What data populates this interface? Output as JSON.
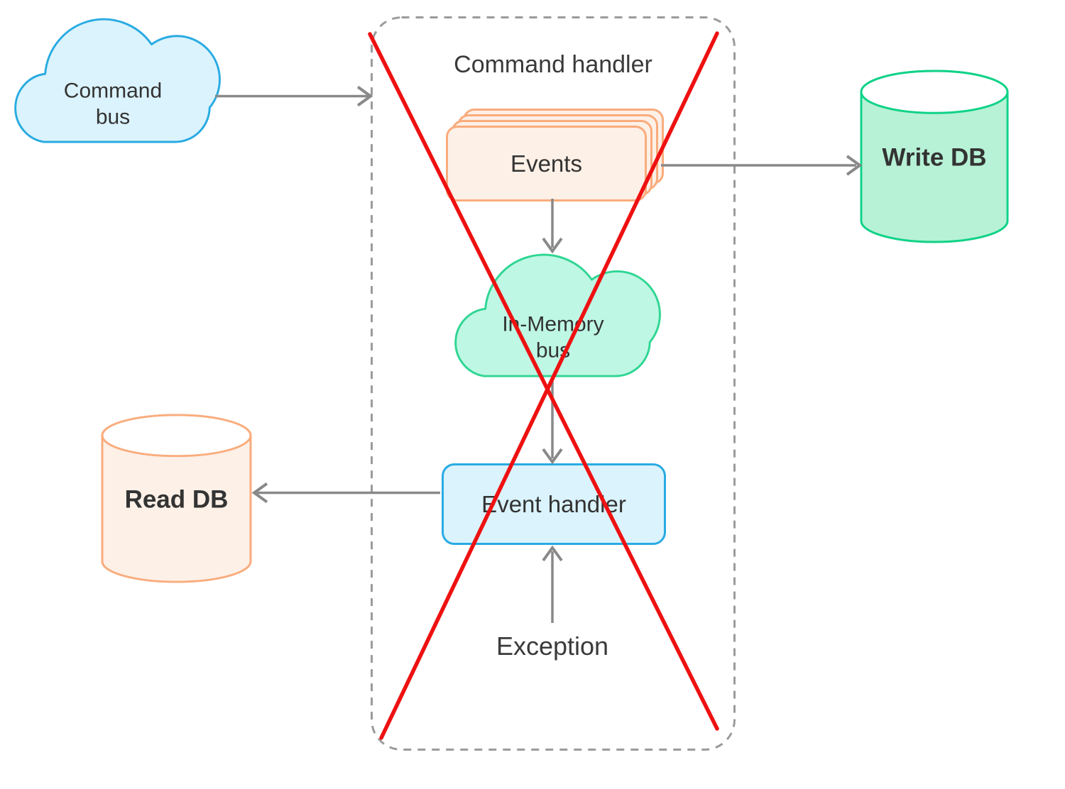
{
  "diagram": {
    "title": "Command handler",
    "nodes": {
      "command_bus": {
        "label": "Command bus",
        "shape": "cloud"
      },
      "events": {
        "label": "Events",
        "shape": "stacked-cards",
        "stack_count": 4
      },
      "write_db": {
        "label": "Write DB",
        "shape": "cylinder"
      },
      "in_memory_bus": {
        "label": "In-Memory bus",
        "shape": "cloud"
      },
      "event_handler": {
        "label": "Event handler",
        "shape": "rounded-rect"
      },
      "read_db": {
        "label": "Read DB",
        "shape": "text-cylinder"
      },
      "exception": {
        "label": "Exception",
        "shape": "text"
      }
    },
    "edges": [
      {
        "from": "command_bus",
        "to": "command_handler_container"
      },
      {
        "from": "events",
        "to": "write_db"
      },
      {
        "from": "events",
        "to": "in_memory_bus"
      },
      {
        "from": "in_memory_bus",
        "to": "event_handler"
      },
      {
        "from": "event_handler",
        "to": "read_db"
      },
      {
        "from": "exception",
        "to": "event_handler"
      }
    ],
    "annotations": {
      "command_handler_crossed_out": true
    },
    "colors": {
      "blue_stroke": "#29abe2",
      "blue_fill": "#dbf3fc",
      "orange_stroke": "#f9ac7d",
      "orange_fill": "#fdf0e7",
      "green_stroke": "#10d287",
      "green_fill": "#b7f2d6",
      "cloud_green_stroke": "#2fd693",
      "cloud_green_fill": "#bef7e4",
      "arrow_gray": "#898989",
      "dashed_gray": "#9b9b9b",
      "cross_red": "#ee1111",
      "text_dark": "#333333"
    }
  }
}
